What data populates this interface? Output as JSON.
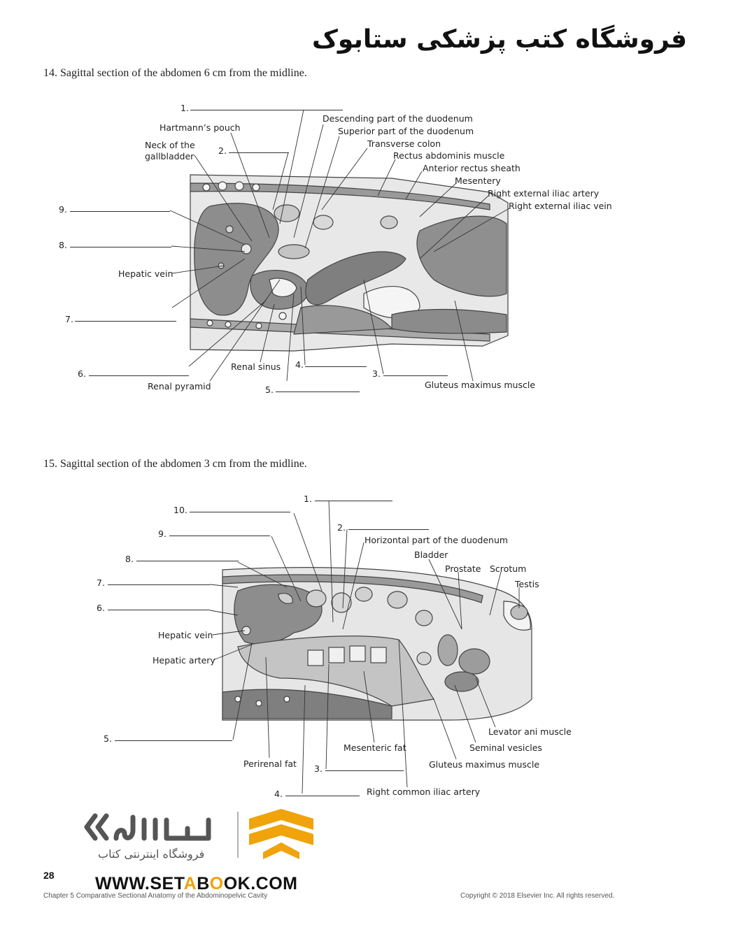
{
  "banner": "فروشگاه کتب پزشکی ستابوک",
  "q14": {
    "title": "14.  Sagittal section of the abdomen 6 cm from the midline.",
    "labels": {
      "hartmann": "Hartmann’s pouch",
      "neck1": "Neck of the",
      "neck2": "gallbladder",
      "desc_duod": "Descending part of the duodenum",
      "sup_duod": "Superior part of the duodenum",
      "trans_colon": "Transverse colon",
      "rectus": "Rectus abdominis muscle",
      "ant_rectus": "Anterior rectus sheath",
      "mesentery": "Mesentery",
      "iliac_artery": "Right external iliac artery",
      "iliac_vein": "Right external iliac vein",
      "hepatic_vein": "Hepatic vein",
      "renal_sinus": "Renal sinus",
      "renal_pyramid": "Renal pyramid",
      "gluteus": "Gluteus maximus muscle"
    },
    "numbers": [
      "1.",
      "2.",
      "3.",
      "4.",
      "5.",
      "6.",
      "7.",
      "8.",
      "9."
    ]
  },
  "q15": {
    "title": "15.  Sagittal section of the abdomen 3 cm from the midline.",
    "labels": {
      "horiz_duod": "Horizontal part of the duodenum",
      "bladder": "Bladder",
      "prostate": "Prostate",
      "scrotum": "Scrotum",
      "testis": "Testis",
      "hepatic_vein": "Hepatic vein",
      "hepatic_artery": "Hepatic artery",
      "levator": "Levator ani muscle",
      "seminal": "Seminal vesicles",
      "mesenteric_fat": "Mesenteric fat",
      "gluteus": "Gluteus maximus muscle",
      "perirenal": "Perirenal fat",
      "common_iliac": "Right common iliac artery"
    },
    "numbers": [
      "1.",
      "2.",
      "3.",
      "4.",
      "5.",
      "6.",
      "7.",
      "8.",
      "9.",
      "10."
    ]
  },
  "logo": {
    "fa_text": "فروشگاه اینترنتی کتاب",
    "site_pre": "WWW.SET",
    "site_hl": "A",
    "site_mid": "B",
    "site_hl2": "O",
    "site_post": "OK.COM",
    "accent": "#f0a30a"
  },
  "footer": {
    "page": "28",
    "chapter": "Chapter 5   Comparative Sectional Anatomy of the Abdominopelvic Cavity",
    "copyright": "Copyright © 2018 Elsevier Inc. All rights reserved."
  }
}
